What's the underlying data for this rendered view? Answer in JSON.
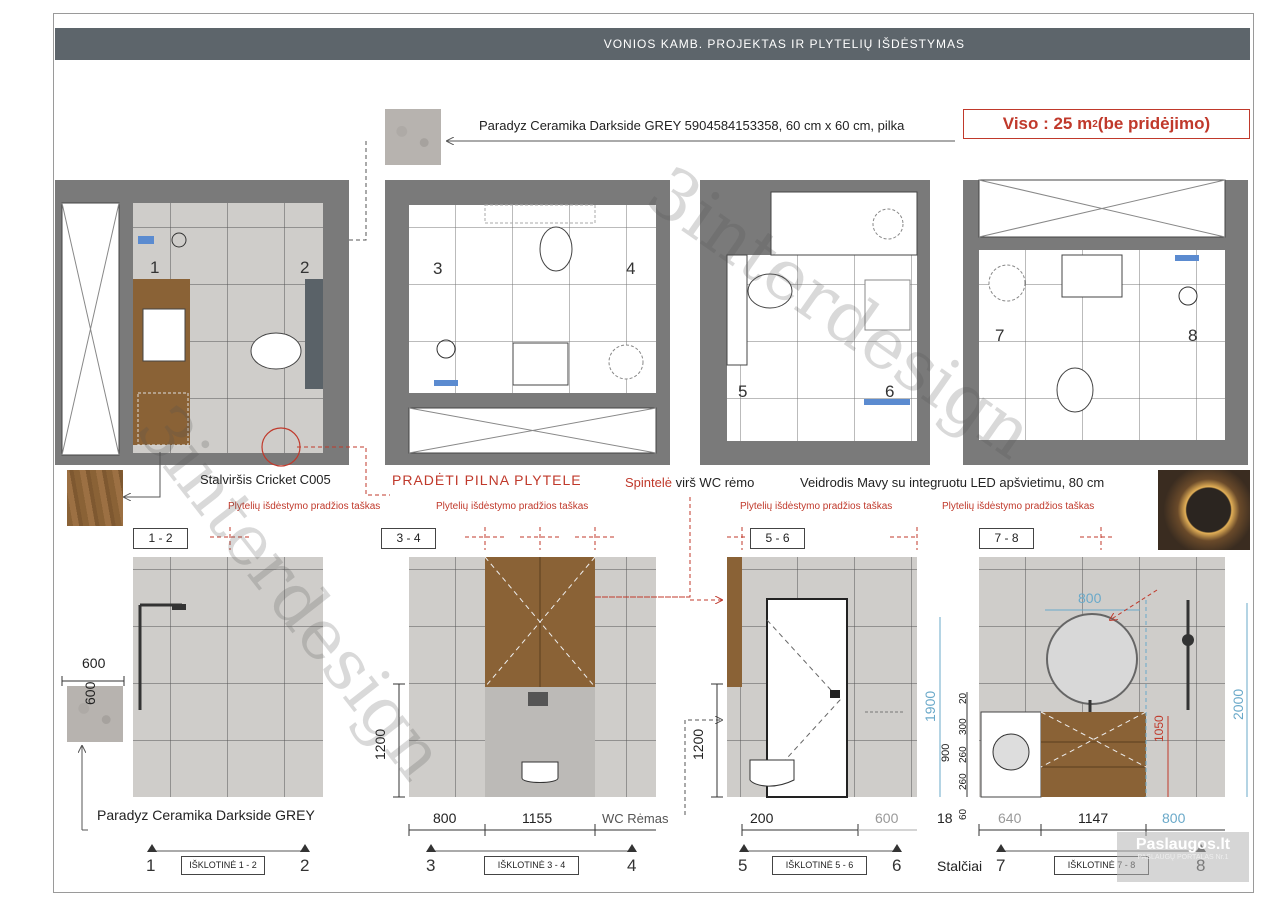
{
  "header": {
    "title": "VONIOS KAMB. PROJEKTAS IR PLYTELIŲ IŠDĖSTYMAS"
  },
  "tile_spec": "Paradyz Ceramika Darkside GREY 5904584153358, 60 cm x 60 cm, pilka",
  "total": {
    "prefix": "Viso : 25 m",
    "sup": "2",
    "suffix": " (be pridėjimo)"
  },
  "labels": {
    "countertop": "Stalviršis Cricket C005",
    "start_full_tile": "PRADĖTI PILNA PLYTELE",
    "cabinet_prefix": "Spintelė",
    "cabinet_suffix": " virš WC rėmo",
    "mirror": "Veidrodis Mavy su integruotu LED apšvietimu, 80 cm",
    "tile_start_point": "Plytelių išdėstymo pradžios taškas",
    "tile_name_short": "Paradyz Ceramika Darkside GREY",
    "wc_frame": "WC Rėmas",
    "shelves": "Stalčiai"
  },
  "sample": {
    "w": "600",
    "h": "600"
  },
  "plan_markers": [
    "1",
    "2",
    "3",
    "4",
    "5",
    "6",
    "7",
    "8"
  ],
  "elevations": [
    {
      "tag": "1 - 2",
      "left": "1",
      "right": "2",
      "caption": "IŠKLOTINĖ 1 - 2"
    },
    {
      "tag": "3 - 4",
      "left": "3",
      "right": "4",
      "caption": "IŠKLOTINĖ 3 - 4"
    },
    {
      "tag": "5 - 6",
      "left": "5",
      "right": "6",
      "caption": "IŠKLOTINĖ 5 - 6"
    },
    {
      "tag": "7 - 8",
      "left": "7",
      "right": "8",
      "caption": "IŠKLOTINĖ 7 - 8"
    }
  ],
  "dims": {
    "e34": {
      "h": "1200",
      "a": "800",
      "b": "1155"
    },
    "e56": {
      "h": "1200",
      "a": "200",
      "b": "600"
    },
    "e78": {
      "a": "18",
      "b": "640",
      "c": "1147",
      "d": "800",
      "mirror_w": "800",
      "h1900": "1900",
      "h2000": "2000",
      "h1050": "1050",
      "h900": "900",
      "v20": "20",
      "v300": "300",
      "v260a": "260",
      "v260b": "260",
      "v60": "60"
    }
  },
  "logo": {
    "name": "Paslaugos.lt",
    "sub": "PASLAUGŲ PORTALAS",
    "nr": "Nr.1"
  },
  "watermark": "3interdesign",
  "colors": {
    "accent_red": "#c0392b",
    "header_bg": "#5d656b",
    "tile": "#cfcdca",
    "wood": "#8a6236"
  }
}
